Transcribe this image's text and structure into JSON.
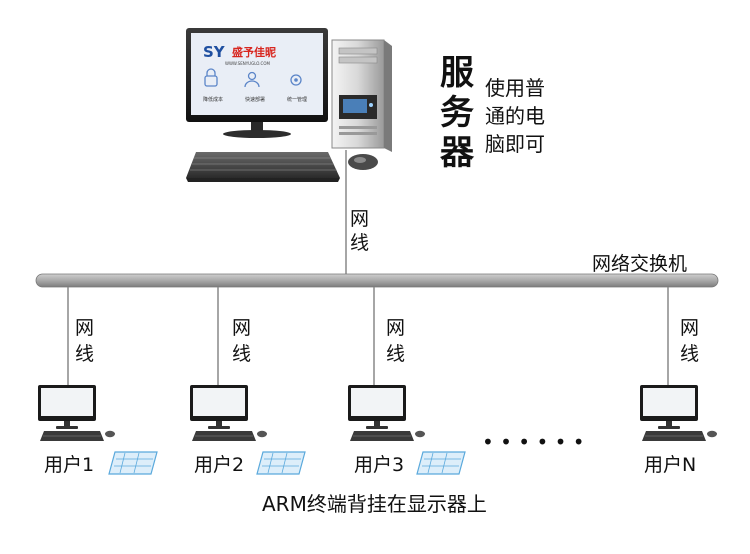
{
  "server": {
    "title": "服务器",
    "note_lines": [
      "使用普",
      "通的电",
      "脑即可"
    ],
    "screen": {
      "logo_letters": "SY",
      "logo_chinese": "盛予佳昵",
      "website": "WWW.SENYUGLO.COM",
      "buttons": [
        "降低成本",
        "快速部署",
        "统一管理"
      ]
    }
  },
  "cable_label_lines": [
    "网",
    "线"
  ],
  "switch_label": "网络交换机",
  "users": [
    {
      "label": "用户1"
    },
    {
      "label": "用户2"
    },
    {
      "label": "用户3"
    },
    {
      "label": "用户N"
    }
  ],
  "ellipsis": "• • • • • •",
  "caption": "ARM终端背挂在显示器上",
  "colors": {
    "logo_blue": "#1e4fa0",
    "logo_red": "#d8261f",
    "screen_bg": "#e9eef6",
    "device_blue": "#5aa9dc",
    "switch_gray": "#a9a9a9"
  }
}
